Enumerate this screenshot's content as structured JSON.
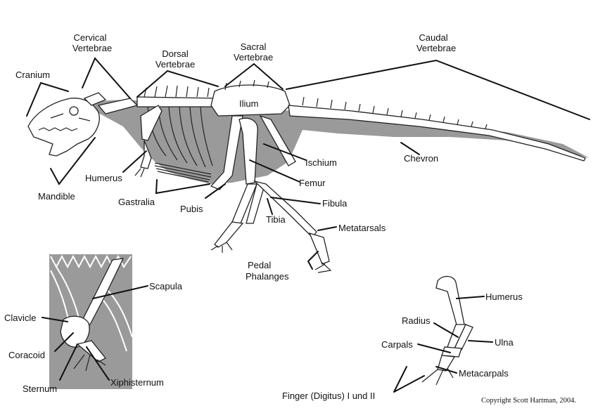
{
  "labels": {
    "cranium": "Cranium",
    "cervical": [
      "Cervical",
      "Vertebrae"
    ],
    "dorsal": [
      "Dorsal",
      "Vertebrae"
    ],
    "sacral": [
      "Sacral",
      "Vertebrae"
    ],
    "caudal": [
      "Caudal",
      "Vertebrae"
    ],
    "ilium": "Ilium",
    "mandible": "Mandible",
    "humerus": "Humerus",
    "gastralia": "Gastralia",
    "pubis": "Pubis",
    "ischium": "Ischium",
    "chevron": "Chevron",
    "femur": "Femur",
    "fibula": "Fibula",
    "tibia": "Tibia",
    "metatarsals": "Metatarsals",
    "pedal": [
      "Pedal",
      "Phalanges"
    ],
    "scapula": "Scapula",
    "clavicle": "Clavicle",
    "coracoid": "Coracoid",
    "sternum": "Sternum",
    "xiphisternum": "Xiphisternum",
    "arm_humerus": "Humerus",
    "radius": "Radius",
    "ulna": "Ulna",
    "carpals": "Carpals",
    "metacarpals": "Metacarpals",
    "finger": "Finger (Digitus) I und II"
  },
  "copyright": "Copyright Scott Hartman, 2004."
}
